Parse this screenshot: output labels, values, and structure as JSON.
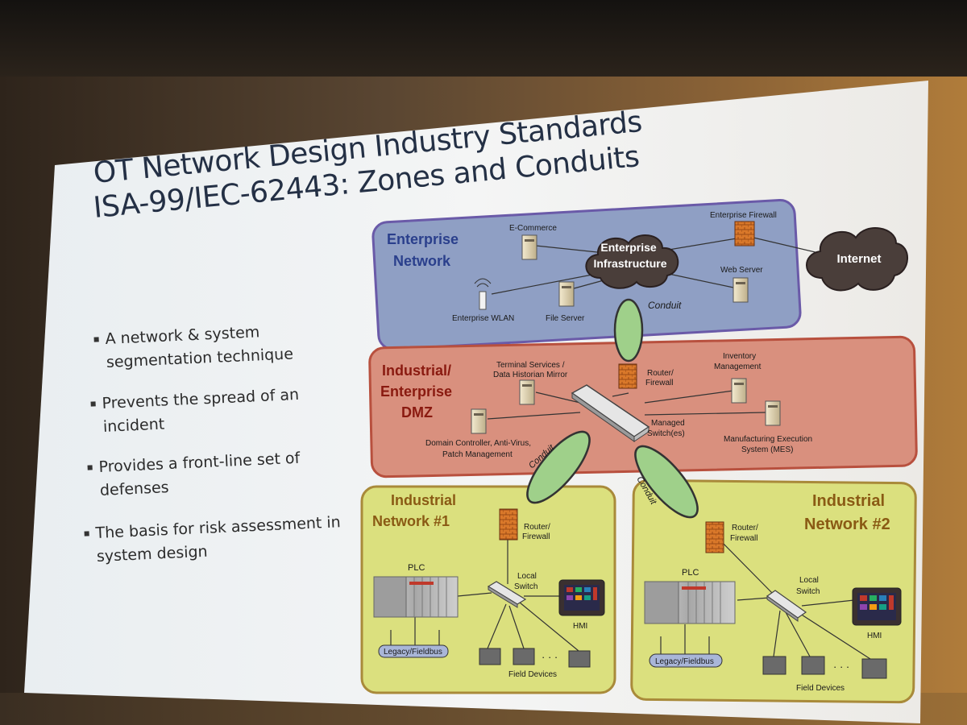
{
  "slide": {
    "title_line1": "OT Network Design Industry Standards",
    "title_line2": "ISA-99/IEC-62443: Zones and Conduits",
    "bullets": [
      {
        "line1": "A network & system",
        "line2": "segmentation technique"
      },
      {
        "line1": "Prevents the spread of an",
        "line2": "incident"
      },
      {
        "line1": "Provides a front-line set of",
        "line2": "defenses"
      },
      {
        "line1": "The basis for risk assessment in",
        "line2": "system design"
      }
    ]
  },
  "diagram": {
    "enterprise": {
      "zone_line1": "Enterprise",
      "zone_line2": "Network",
      "cloud_line1": "Enterprise",
      "cloud_line2": "Infrastructure",
      "ecommerce": "E-Commerce",
      "firewall": "Enterprise Firewall",
      "web_server": "Web Server",
      "wlan": "Enterprise WLAN",
      "file_server": "File Server",
      "colors": {
        "fill": "#8f9fc4",
        "border": "#6a5aa8"
      }
    },
    "internet": "Internet",
    "conduit_label": "Conduit",
    "dmz": {
      "zone_line1": "Industrial/",
      "zone_line2": "Enterprise",
      "zone_line3": "DMZ",
      "terminal_line1": "Terminal Services /",
      "terminal_line2": "Data Historian Mirror",
      "router_line1": "Router/",
      "router_line2": "Firewall",
      "inventory_line1": "Inventory",
      "inventory_line2": "Management",
      "switch_line1": "Managed",
      "switch_line2": "Switch(es)",
      "mes_line1": "Manufacturing Execution",
      "mes_line2": "System (MES)",
      "dc_line1": "Domain Controller, Anti-Virus,",
      "dc_line2": "Patch Management",
      "colors": {
        "fill": "#d9907e",
        "border": "#b8503e"
      }
    },
    "net1": {
      "zone_line1": "Industrial",
      "zone_line2": "Network #1",
      "router_line1": "Router/",
      "router_line2": "Firewall",
      "plc": "PLC",
      "switch_line1": "Local",
      "switch_line2": "Switch",
      "hmi": "HMI",
      "legacy": "Legacy/Fieldbus",
      "field_devices": "Field Devices",
      "dots": "· · ·"
    },
    "net2": {
      "zone_line1": "Industrial",
      "zone_line2": "Network #2",
      "router_line1": "Router/",
      "router_line2": "Firewall",
      "plc": "PLC",
      "switch_line1": "Local",
      "switch_line2": "Switch",
      "hmi": "HMI",
      "legacy": "Legacy/Fieldbus",
      "field_devices": "Field Devices",
      "dots": "· · ·"
    },
    "colors": {
      "industrial_fill": "#dbe07e",
      "industrial_border": "#a98a3a",
      "conduit": "#9fd08a",
      "zone_text_industrial": "#8a5a14",
      "zone_text_blue": "#2a3f8c"
    }
  }
}
